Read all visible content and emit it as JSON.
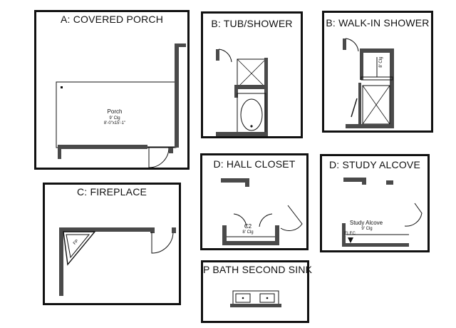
{
  "panels": {
    "covered_porch": {
      "title": "A: COVERED PORCH",
      "room_name": "Porch",
      "ceiling": "9' Clg",
      "dimensions": "8'-0\"x15'-1\""
    },
    "tub_shower": {
      "title": "B: TUB/SHOWER"
    },
    "walk_in_shower": {
      "title": "B: WALK-IN SHOWER",
      "closet_label": "8' Clg"
    },
    "fireplace": {
      "title": "C: FIREPLACE",
      "fireplace_tag": "FP"
    },
    "hall_closet": {
      "title": "D: HALL CLOSET",
      "room_name": "C2",
      "ceiling": "8' Clg"
    },
    "study_alcove": {
      "title": "D: STUDY ALCOVE",
      "room_name": "Study Alcove",
      "ceiling": "9' Clg",
      "tag": "ELEC"
    },
    "p_bath_second_sink": {
      "title": "P BATH SECOND SINK"
    }
  },
  "colors": {
    "wall": "#4a4a4a",
    "line": "#111111",
    "panel_border": "#111111"
  }
}
